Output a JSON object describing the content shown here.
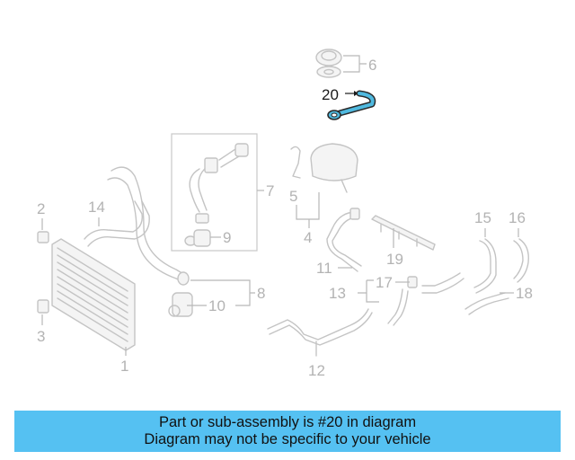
{
  "diagram": {
    "highlighted_part": "20",
    "highlight_color": "#4fb9df",
    "callouts": {
      "c1": "1",
      "c2": "2",
      "c3": "3",
      "c4": "4",
      "c5": "5",
      "c6": "6",
      "c7": "7",
      "c8": "8",
      "c9": "9",
      "c10": "10",
      "c11": "11",
      "c12": "12",
      "c13": "13",
      "c14": "14",
      "c15": "15",
      "c16": "16",
      "c17": "17",
      "c18": "18",
      "c19": "19",
      "c20": "20"
    }
  },
  "banner": {
    "line1": "Part or sub-assembly is #20 in diagram",
    "line2": "Diagram may not be specific to your vehicle",
    "background": "#55c1f2"
  }
}
